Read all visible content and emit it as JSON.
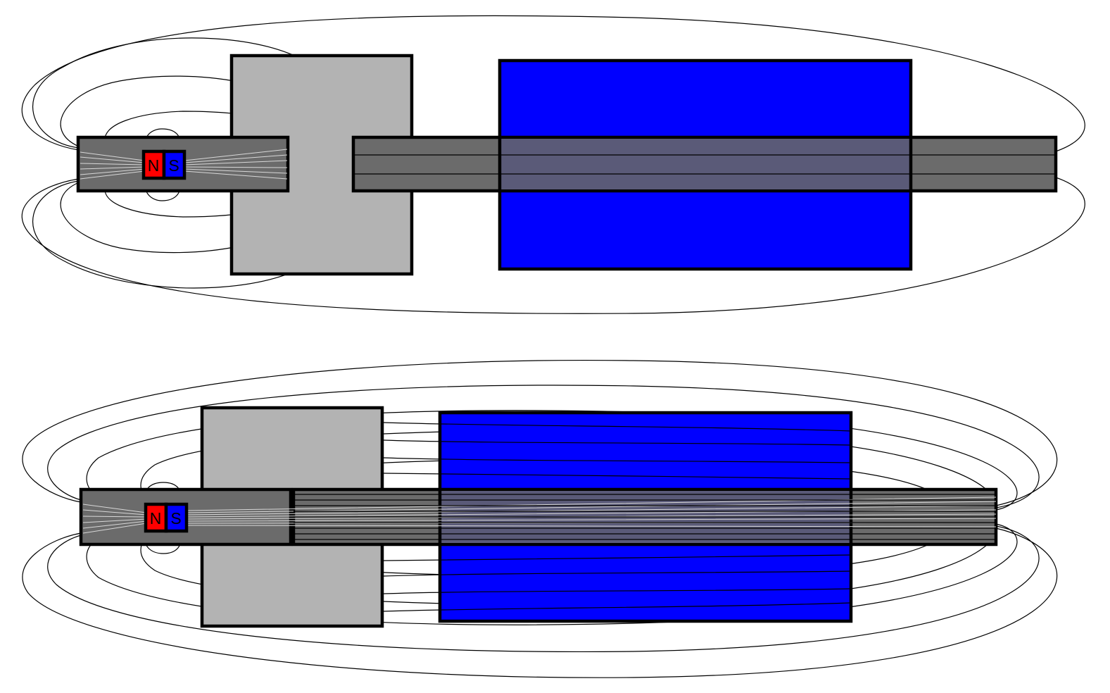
{
  "colors": {
    "north_pole": "#ff0000",
    "south_pole": "#0000ff",
    "coil": "#0000ff",
    "iron_core": "#6b6b6b",
    "core_inside_coil": "#5a5a78",
    "yoke": "#b3b3b3",
    "field_lines": "#000000",
    "background": "#ffffff"
  },
  "magnet": {
    "north_label": "N",
    "south_label": "S"
  },
  "panels": [
    {
      "id": "top",
      "description_state": "gap-between-core-segments"
    },
    {
      "id": "bottom",
      "description_state": "core-segments-joined"
    }
  ]
}
